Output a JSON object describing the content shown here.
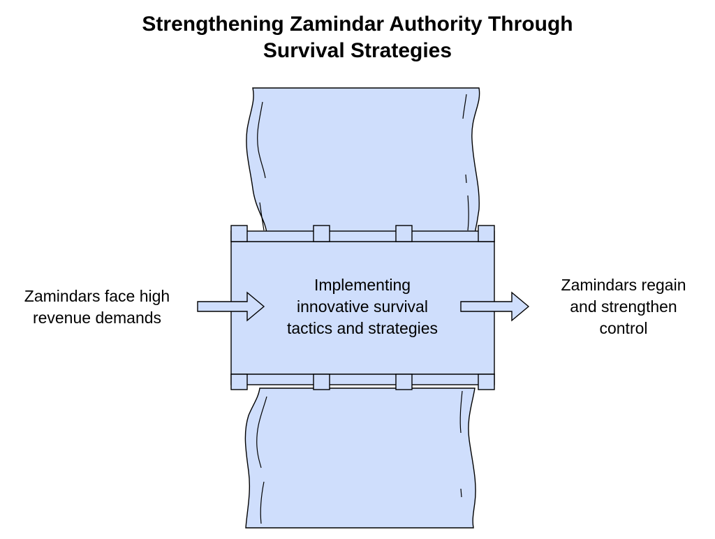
{
  "title": {
    "line1": "Strengthening Zamindar Authority Through",
    "line2": "Survival Strategies"
  },
  "input": {
    "line1": "Zamindars face high",
    "line2": "revenue demands"
  },
  "process": {
    "line1": "Implementing",
    "line2": "innovative survival",
    "line3": "tactics and strategies"
  },
  "output": {
    "line1": "Zamindars regain",
    "line2": "and strengthen",
    "line3": "control"
  },
  "colors": {
    "fill": "#cfdefc",
    "stroke": "#000000",
    "background": "#ffffff"
  }
}
